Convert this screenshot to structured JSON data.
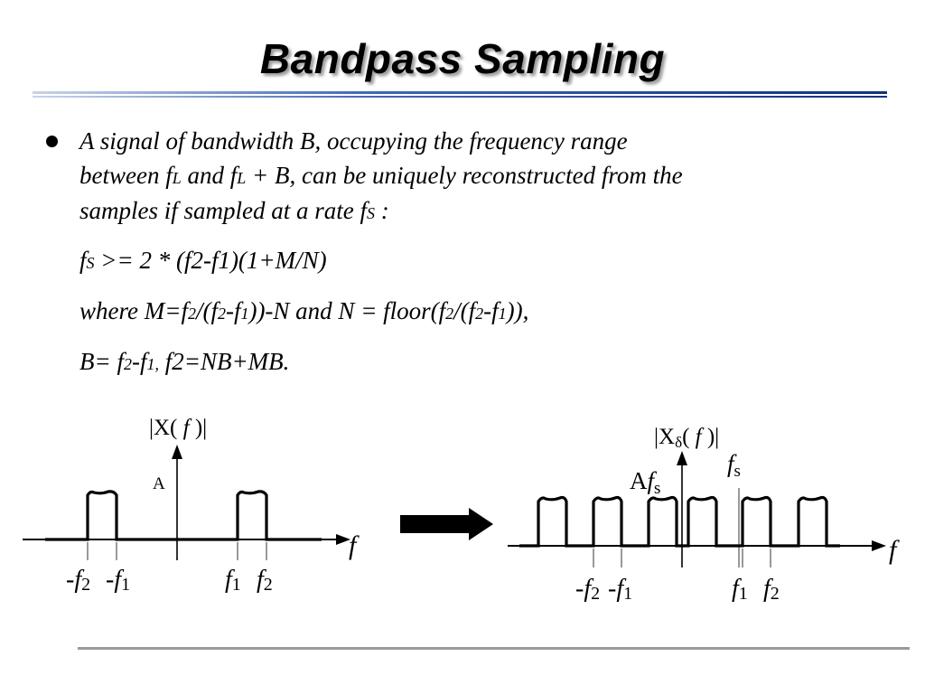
{
  "slide": {
    "title": "Bandpass Sampling",
    "bullet_lines": [
      [
        "A signal of bandwidth B, occupying the frequency range"
      ],
      [
        "between f",
        "L",
        " and f",
        "L",
        " + B, can be uniquely reconstructed from the"
      ],
      [
        "samples if sampled at a rate f",
        "S",
        " :"
      ]
    ],
    "formula": [
      "f",
      "S",
      " >= 2 * (f2-f1)(1+M/N)"
    ],
    "where": [
      "where M=f",
      "2",
      "/(f",
      "2",
      "-f",
      "1",
      "))-N and N = floor(f",
      "2",
      "/(f",
      "2",
      "-f",
      "1",
      ")),"
    ],
    "bw": [
      "B= f",
      "2",
      "-f",
      "1,",
      " f2=NB+MB."
    ]
  },
  "figure_left": {
    "ylabel": [
      "|X( ",
      "f",
      " )|"
    ],
    "amp_label": "A",
    "axis_label": "f",
    "ticks": [
      [
        "-f",
        "2"
      ],
      [
        "-f",
        "1"
      ],
      [
        "f",
        "1"
      ],
      [
        "f",
        "2"
      ]
    ]
  },
  "figure_right": {
    "ylabel": [
      "|X",
      "δ",
      "( ",
      "f",
      " )|"
    ],
    "amp_label": [
      "A",
      "f",
      "s"
    ],
    "fs_label": [
      "f",
      "s"
    ],
    "axis_label": "f",
    "ticks": [
      [
        "-f",
        "2"
      ],
      [
        "-f",
        "1"
      ],
      [
        "f",
        "1"
      ],
      [
        "f",
        "2"
      ]
    ]
  },
  "colors": {
    "rule_dark": "#10327a",
    "rule_light": "#c8d4ea",
    "bottom_rule": "#9a9a9a"
  }
}
